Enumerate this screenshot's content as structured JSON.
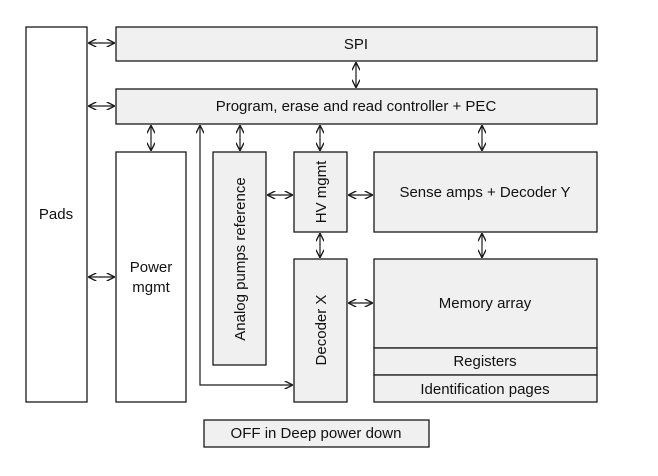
{
  "blocks": {
    "pads": "Pads",
    "spi": "SPI",
    "controller": "Program, erase and read controller + PEC",
    "power_line1": "Power",
    "power_line2": "mgmt",
    "analog": "Analog pumps reference",
    "hv": "HV mgmt",
    "sense": "Sense amps + Decoder Y",
    "decoder_x": "Decoder X",
    "memory": "Memory array",
    "registers": "Registers",
    "id_pages": "Identification pages",
    "off_note": "OFF in Deep power down"
  },
  "colors": {
    "block_fill": "#f0f0f0",
    "stroke": "#1a1a1a"
  }
}
